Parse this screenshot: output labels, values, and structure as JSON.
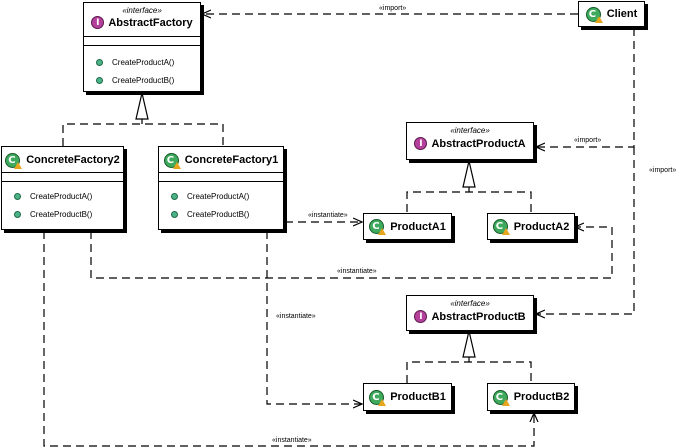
{
  "boxes": {
    "abstract_factory": {
      "stereotype": "«interface»",
      "name": "AbstractFactory",
      "methods": [
        "CreateProductA()",
        "CreateProductB()"
      ]
    },
    "client": {
      "name": "Client"
    },
    "concrete_factory2": {
      "name": "ConcreteFactory2",
      "methods": [
        "CreateProductA()",
        "CreateProductB()"
      ]
    },
    "concrete_factory1": {
      "name": "ConcreteFactory1",
      "methods": [
        "CreateProductA()",
        "CreateProductB()"
      ]
    },
    "abstract_product_a": {
      "stereotype": "«interface»",
      "name": "AbstractProductA"
    },
    "product_a1": {
      "name": "ProductA1"
    },
    "product_a2": {
      "name": "ProductA2"
    },
    "abstract_product_b": {
      "stereotype": "«interface»",
      "name": "AbstractProductB"
    },
    "product_b1": {
      "name": "ProductB1"
    },
    "product_b2": {
      "name": "ProductB2"
    }
  },
  "edge_labels": {
    "client_import_factory": "«import»",
    "client_import_product_a": "«import»",
    "client_import_product_b": "«import»",
    "cf1_instantiate_a1": "«instantiate»",
    "cf2_instantiate_a2": "«instantiate»",
    "cf1_instantiate_b1": "«instantiate»",
    "cf2_instantiate_b2": "«instantiate»"
  },
  "icons": {
    "interface_badge": "I",
    "class_badge": "C"
  },
  "colors": {
    "interface_badge": "#b5409c",
    "class_badge": "#3faa5e",
    "method_dot": "#4cb386",
    "warning": "#e6a51d"
  }
}
